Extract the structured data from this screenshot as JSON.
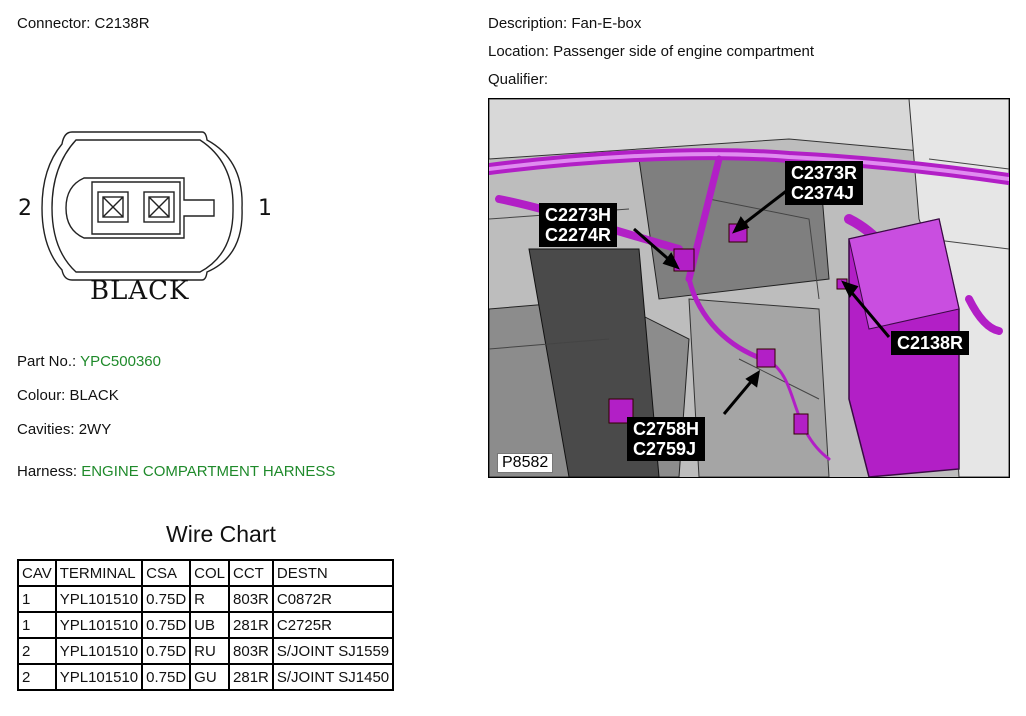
{
  "header": {
    "connector_label": "Connector:",
    "connector_value": "C2138R",
    "description_label": "Description:",
    "description_value": "Fan-E-box",
    "location_label": "Location:",
    "location_value": "Passenger side of engine compartment",
    "qualifier_label": "Qualifier:",
    "qualifier_value": ""
  },
  "connector_drawing": {
    "pin_left": "2",
    "pin_right": "1",
    "color_text": "BLACK"
  },
  "details": {
    "part_label": "Part No.:",
    "part_value": "YPC500360",
    "colour_label": "Colour:",
    "colour_value": "BLACK",
    "cavities_label": "Cavities:",
    "cavities_value": "2WY",
    "harness_label": "Harness:",
    "harness_value": "ENGINE COMPARTMENT HARNESS"
  },
  "photo": {
    "callouts": [
      "C2373R\nC2374J",
      "C2273H\nC2274R",
      "C2138R",
      "C2758H\nC2759J"
    ],
    "image_id": "P8582"
  },
  "wire_chart": {
    "title": "Wire Chart",
    "columns": [
      "CAV",
      "TERMINAL",
      "CSA",
      "COL",
      "CCT",
      "DESTN"
    ],
    "rows": [
      [
        "1",
        "YPL101510",
        "0.75D",
        "R",
        "803R",
        "C0872R"
      ],
      [
        "1",
        "YPL101510",
        "0.75D",
        "UB",
        "281R",
        "C2725R"
      ],
      [
        "2",
        "YPL101510",
        "0.75D",
        "RU",
        "803R",
        "S/JOINT SJ1559"
      ],
      [
        "2",
        "YPL101510",
        "0.75D",
        "GU",
        "281R",
        "S/JOINT SJ1450"
      ]
    ]
  },
  "colors": {
    "link_green": "#1f8a2b",
    "harness_magenta": "#b21fc6"
  }
}
